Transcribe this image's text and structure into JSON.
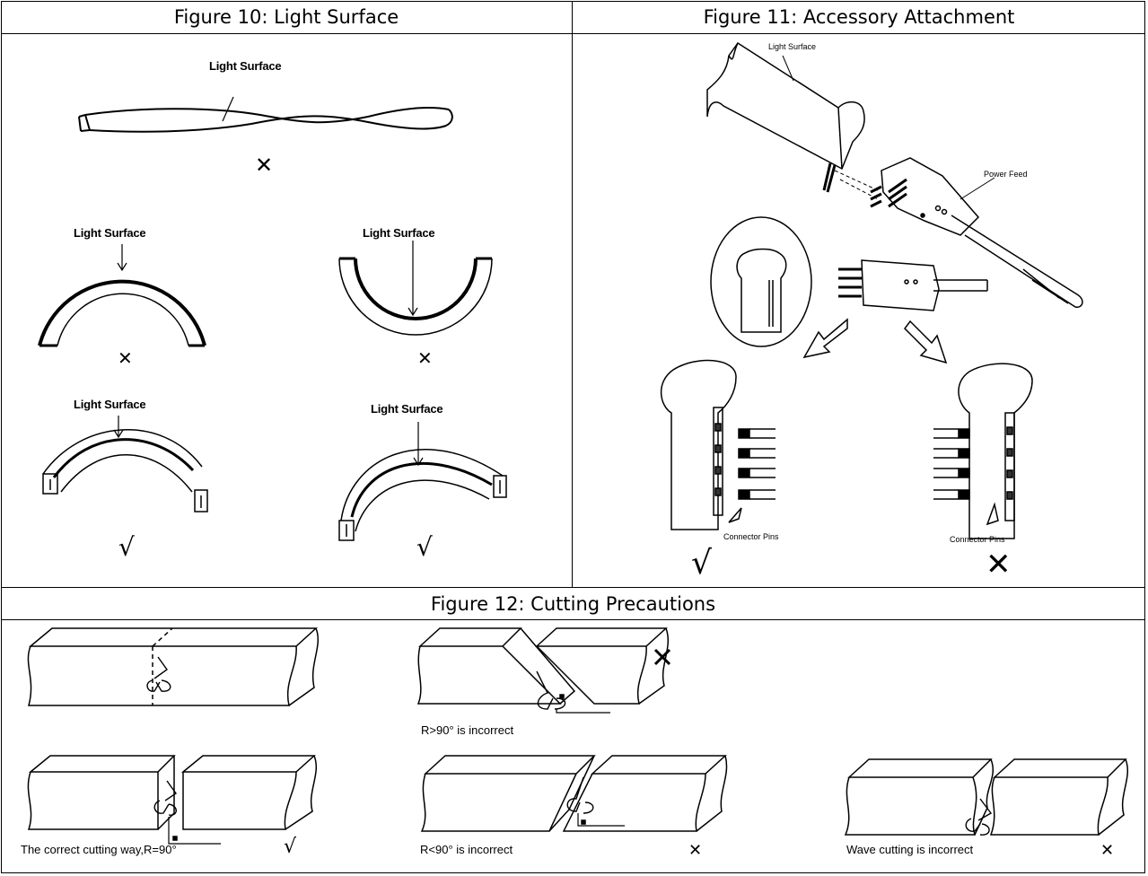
{
  "figure10": {
    "title": "Figure 10: Light Surface",
    "label": "Light Surface",
    "marks": [
      "✕",
      "✕",
      "✕",
      "√",
      "√"
    ]
  },
  "figure11": {
    "title": "Figure 11: Accessory Attachment",
    "light_surface": "Light Surface",
    "power_feed": "Power Feed",
    "connector_pins": "Connector Pins",
    "mark_correct": "√",
    "mark_wrong": "✕"
  },
  "figure12": {
    "title": "Figure 12: Cutting Precautions",
    "captions": {
      "r_greater": "R>90° is incorrect",
      "correct": "The correct cutting way,R=90°",
      "r_less": "R<90° is incorrect",
      "wave": "Wave cutting is incorrect"
    },
    "marks": {
      "r_greater": "✕",
      "correct": "√",
      "r_less": "✕",
      "wave": "✕"
    }
  }
}
